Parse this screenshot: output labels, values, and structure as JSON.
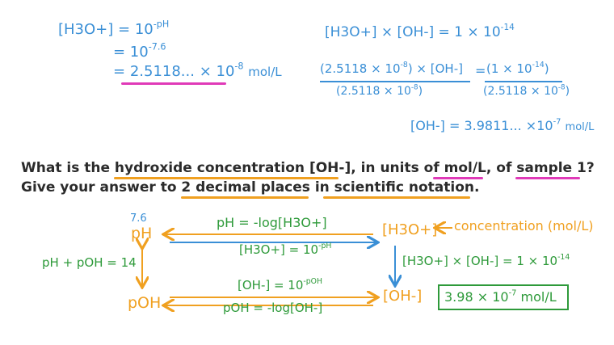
{
  "work_left": {
    "line1_lhs": "[H3O+]",
    "line1_eq": "= 10",
    "line1_exp": "-pH",
    "line2_eq": "= 10",
    "line2_exp": "-7.6",
    "line3_eq": "=",
    "line3_val": "2.5118... × 10",
    "line3_exp": "-8",
    "line3_unit": "mol/L"
  },
  "work_right": {
    "kw_lhs": "[H3O+] × [OH-] = 1 × 10",
    "kw_exp": "-14",
    "num_left": "(2.5118 × 10",
    "num_left_exp": "-8",
    "num_left_tail": ") × [OH-]",
    "eq": "=",
    "num_right": "(1 × 10",
    "num_right_exp": "-14",
    "num_right_tail": ")",
    "den_left": "(2.5118 × 10",
    "den_left_exp": "-8",
    "den_left_tail": ")",
    "den_right": "(2.5118 × 10",
    "den_right_exp": "-8",
    "den_right_tail": ")",
    "result": "[OH-] = 3.9811... ×10",
    "result_exp": "-7",
    "result_unit": "mol/L"
  },
  "question": {
    "line1": "What is the hydroxide concentration [OH-], in units of mol/L, of sample 1?",
    "line2": "Give your answer to 2 decimal places in scientific notation."
  },
  "diagram": {
    "ph_value": "7.6",
    "ph": "pH",
    "poh": "pOH",
    "h3o": "[H3O+]",
    "oh": "[OH-]",
    "concentration": "concentration (mol/L)",
    "arrow_ph_from_h3o": "pH = -log[H3O+]",
    "arrow_h3o_from_ph": "[H3O+] = 10",
    "arrow_h3o_from_ph_exp": "-pH",
    "ph_poh_sum": "pH + pOH = 14",
    "kw": "[H3O+] × [OH-] = 1 × 10",
    "kw_exp": "-14",
    "arrow_oh_from_poh": "[OH-] = 10",
    "arrow_oh_from_poh_exp": "-pOH",
    "arrow_poh_from_oh": "pOH = -log[OH-]"
  },
  "answer": {
    "value": "3.98 × 10",
    "exp": "-7",
    "unit": "mol/L"
  },
  "colors": {
    "blue": "#3a8fd6",
    "orange": "#f0a020",
    "green": "#2e9a3a",
    "magenta": "#e03ab8",
    "text": "#2b2b2b"
  }
}
